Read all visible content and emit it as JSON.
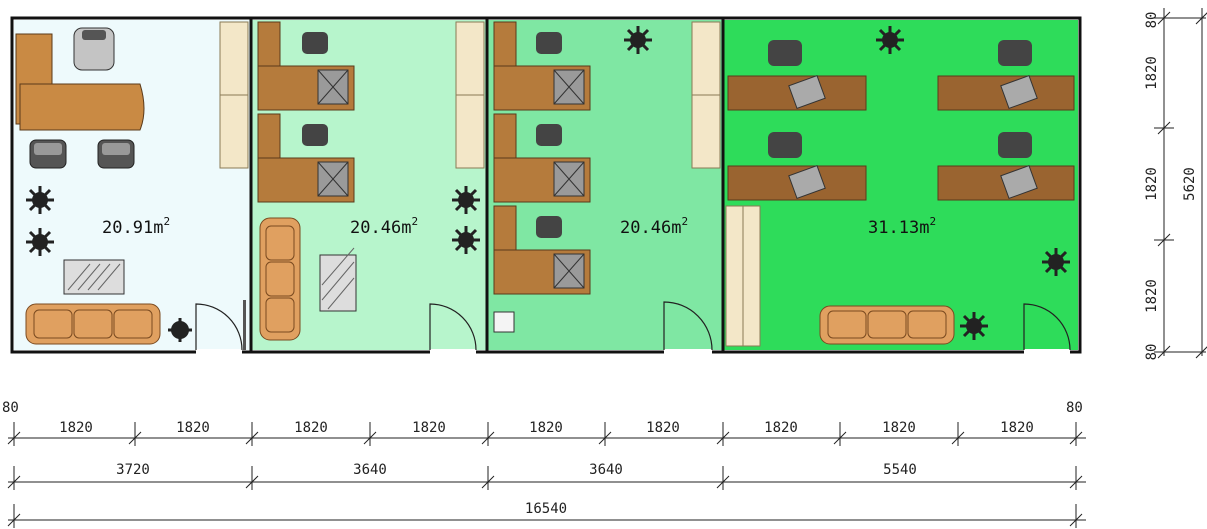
{
  "rooms": [
    {
      "area": "20.91",
      "unit": "m",
      "sup": "2",
      "floor_color": "#eefafc"
    },
    {
      "area": "20.46",
      "unit": "m",
      "sup": "2",
      "floor_color": "#b7f5cc"
    },
    {
      "area": "20.46",
      "unit": "m",
      "sup": "2",
      "floor_color": "#7fe7a3"
    },
    {
      "area": "31.13",
      "unit": "m",
      "sup": "2",
      "floor_color": "#2edc5a"
    }
  ],
  "dimensions": {
    "bottom": {
      "edge_left": "80",
      "edge_right": "80",
      "modules": [
        "1820",
        "1820",
        "1820",
        "1820",
        "1820",
        "1820",
        "1820",
        "1820",
        "1820"
      ],
      "rooms": [
        "3720",
        "3640",
        "3640",
        "5540"
      ],
      "total": "16540"
    },
    "right": {
      "edge_top": "80",
      "edge_bottom": "80",
      "modules": [
        "1820",
        "1820",
        "1820"
      ],
      "total": "5620"
    }
  },
  "colors": {
    "wall": "#111111",
    "desk": "#a0703c",
    "desk_dark": "#6a4420",
    "sofa": "#e0a060",
    "chair": "#333333",
    "cabinet": "#f3e7c8",
    "dim_line": "#222222"
  }
}
